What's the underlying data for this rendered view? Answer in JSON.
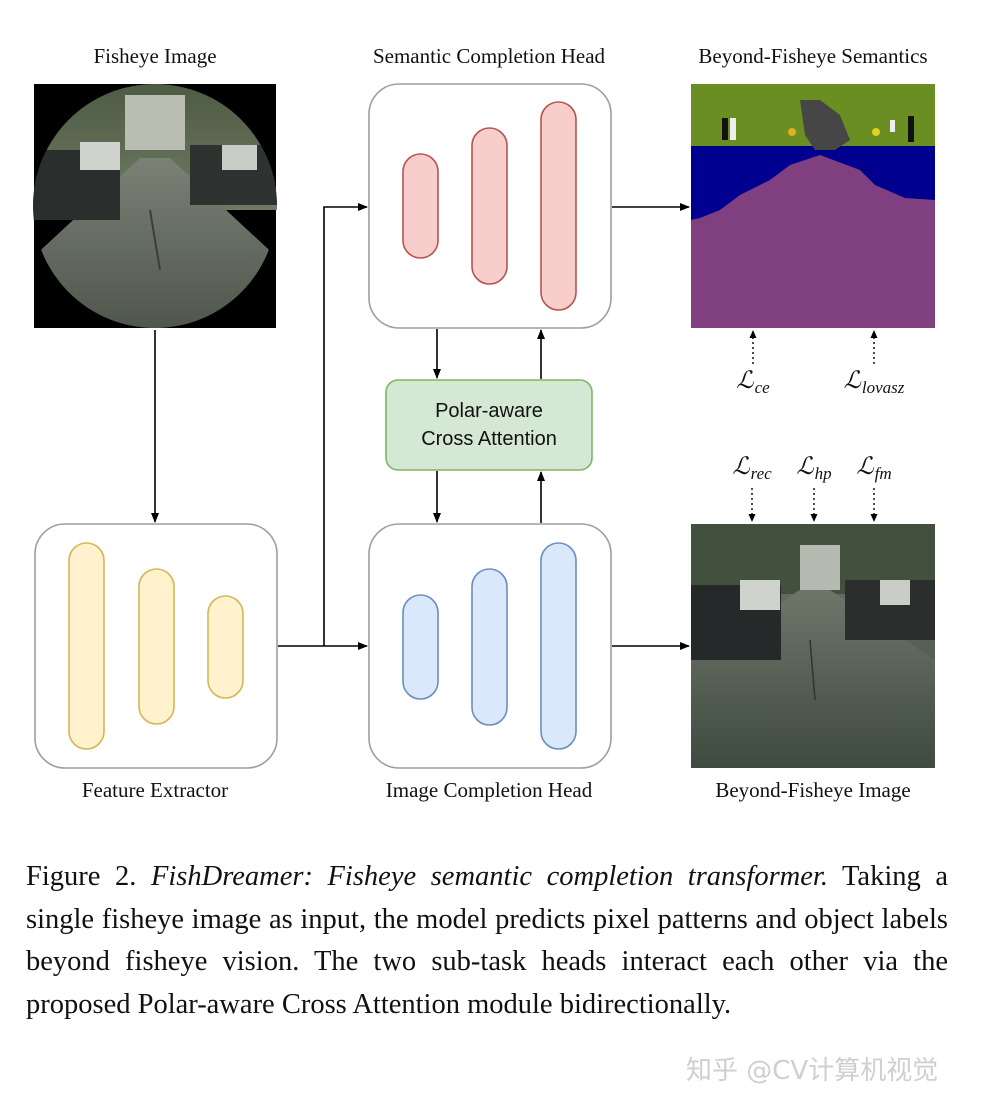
{
  "labels": {
    "fisheye_image": "Fisheye Image",
    "semantic_head": "Semantic Completion Head",
    "beyond_semantics": "Beyond-Fisheye Semantics",
    "polar_line1": "Polar-aware",
    "polar_line2": "Cross Attention",
    "feature_extractor": "Feature Extractor",
    "image_head": "Image Completion Head",
    "beyond_image": "Beyond-Fisheye Image"
  },
  "losses": {
    "ce": {
      "symbol": "ℒ",
      "sub": "ce"
    },
    "lovasz": {
      "symbol": "ℒ",
      "sub": "lovasz"
    },
    "rec": {
      "symbol": "ℒ",
      "sub": "rec"
    },
    "hp": {
      "symbol": "ℒ",
      "sub": "hp"
    },
    "fm": {
      "symbol": "ℒ",
      "sub": "fm"
    }
  },
  "caption": {
    "prefix": "Figure 2. ",
    "title": "FishDreamer: Fisheye semantic completion transformer.",
    "body": " Taking a single fisheye image as input, the model predicts pixel patterns and object labels beyond fisheye vision.  The two sub-task heads interact each other via the proposed Polar-aware Cross Attention module bidirectionally."
  },
  "watermark": "知乎 @CV计算机视觉",
  "colors": {
    "yellow_fill": "#fff2cc",
    "yellow_stroke": "#d6b656",
    "red_fill": "#f8cecc",
    "red_stroke": "#b85450",
    "blue_fill": "#dae8fc",
    "blue_stroke": "#6c8ebf",
    "green_fill": "#d5e8d4",
    "green_stroke": "#82b366",
    "sem_sky": "#6b8e23",
    "sem_car": "#00008e",
    "sem_road": "#804080",
    "sem_building": "#464646"
  }
}
